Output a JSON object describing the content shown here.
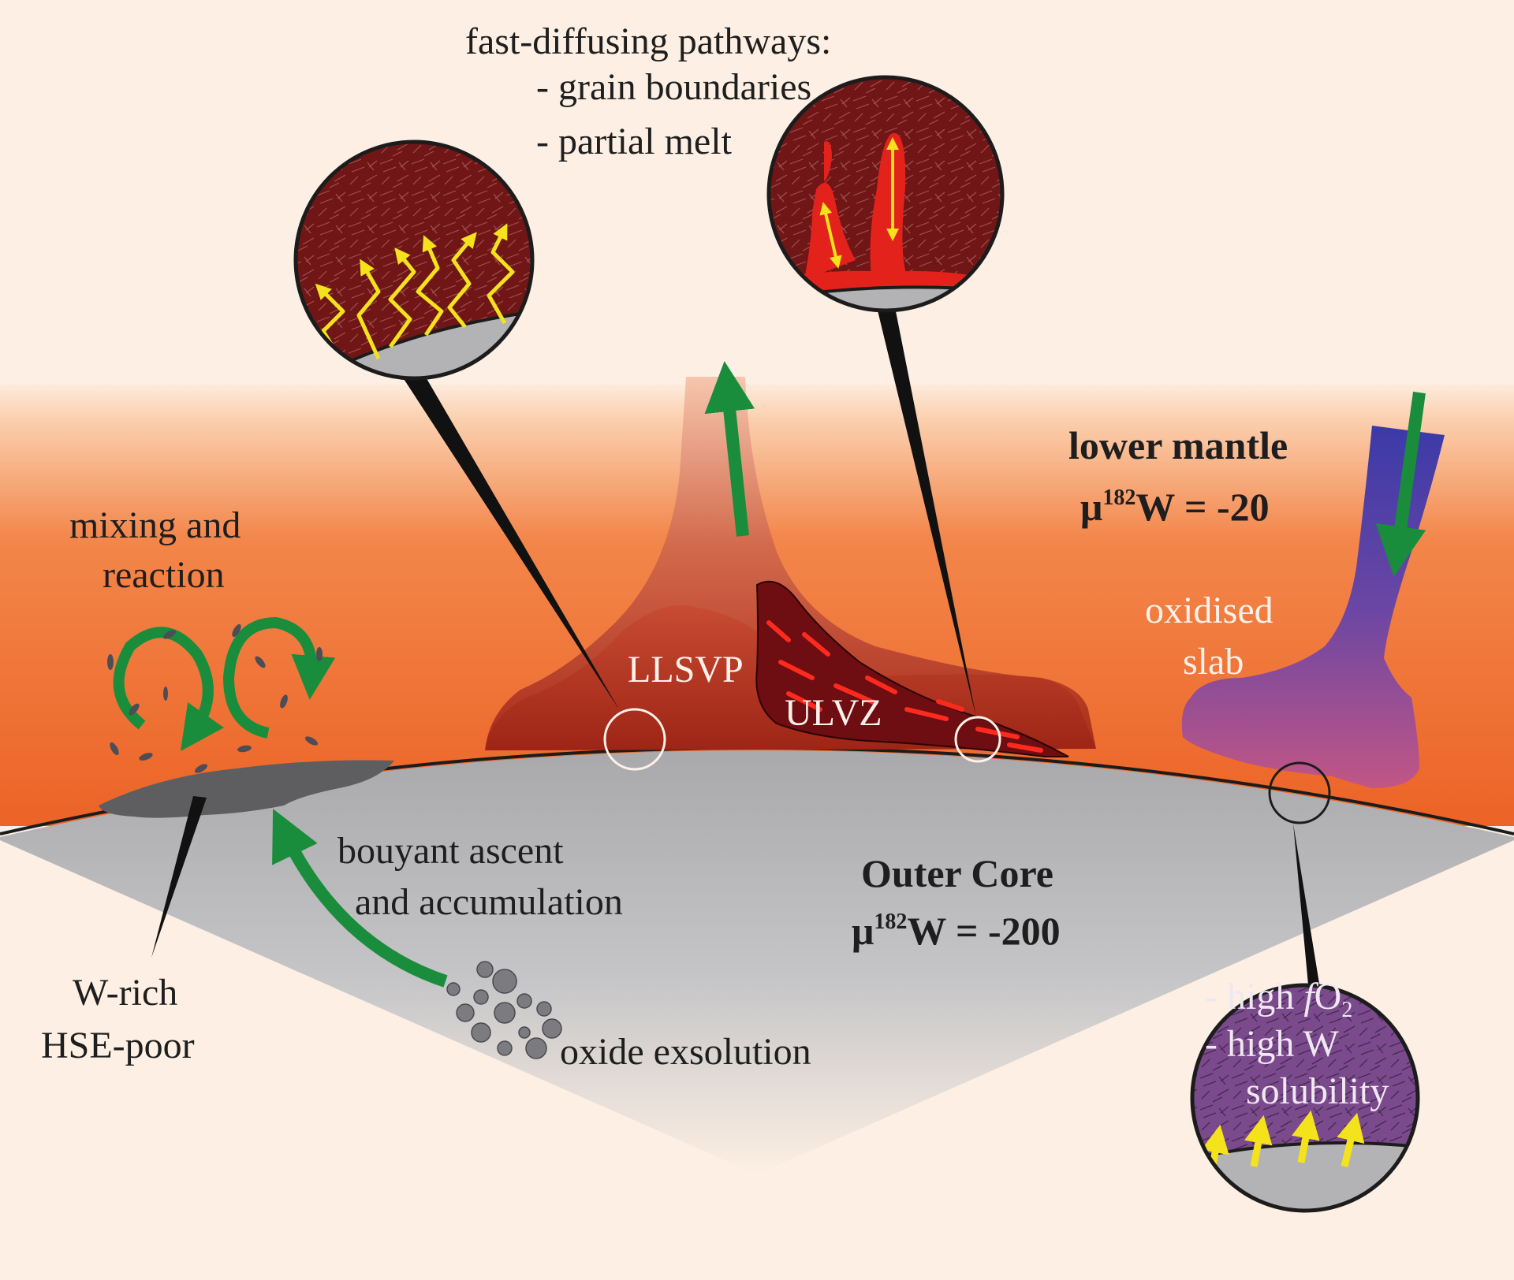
{
  "pathways": {
    "title": "fast-diffusing pathways:",
    "items": [
      "- grain boundaries",
      "- partial melt"
    ]
  },
  "labels": {
    "mixing": [
      "mixing and",
      "reaction"
    ],
    "llsvp": "LLSVP",
    "ulvz": "ULVZ",
    "oxidised_slab": [
      "oxidised",
      "slab"
    ],
    "ascent": [
      "bouyant ascent",
      "and accumulation"
    ],
    "wrich": [
      "W-rich",
      "HSE-poor"
    ],
    "exsolution": "oxide exsolution"
  },
  "lower_mantle": {
    "title": "lower mantle",
    "mu": "μ",
    "superscript": "182",
    "rest": "W = -20"
  },
  "outer_core": {
    "title": "Outer Core",
    "mu": "μ",
    "superscript": "182",
    "rest": "W = -200"
  },
  "slab_callout": {
    "line1_prefix": "- high ",
    "line1_f": "f",
    "line1_o": "O",
    "line1_sub": "2",
    "line2": "- high W",
    "line3": "solubility"
  },
  "colors": {
    "background": "#fdefe3",
    "mantle_top": "#fbd9bf",
    "mantle_bottom": "#ee6a2c",
    "core": "#b3b3b5",
    "llsvp": "#b8321c",
    "ulvz": "#6e0e12",
    "slab_top": "#3d3aa0",
    "slab_bottom": "#b34e8a",
    "arrow_green": "#1a8d3c",
    "arrow_yellow": "#f4e21c"
  }
}
